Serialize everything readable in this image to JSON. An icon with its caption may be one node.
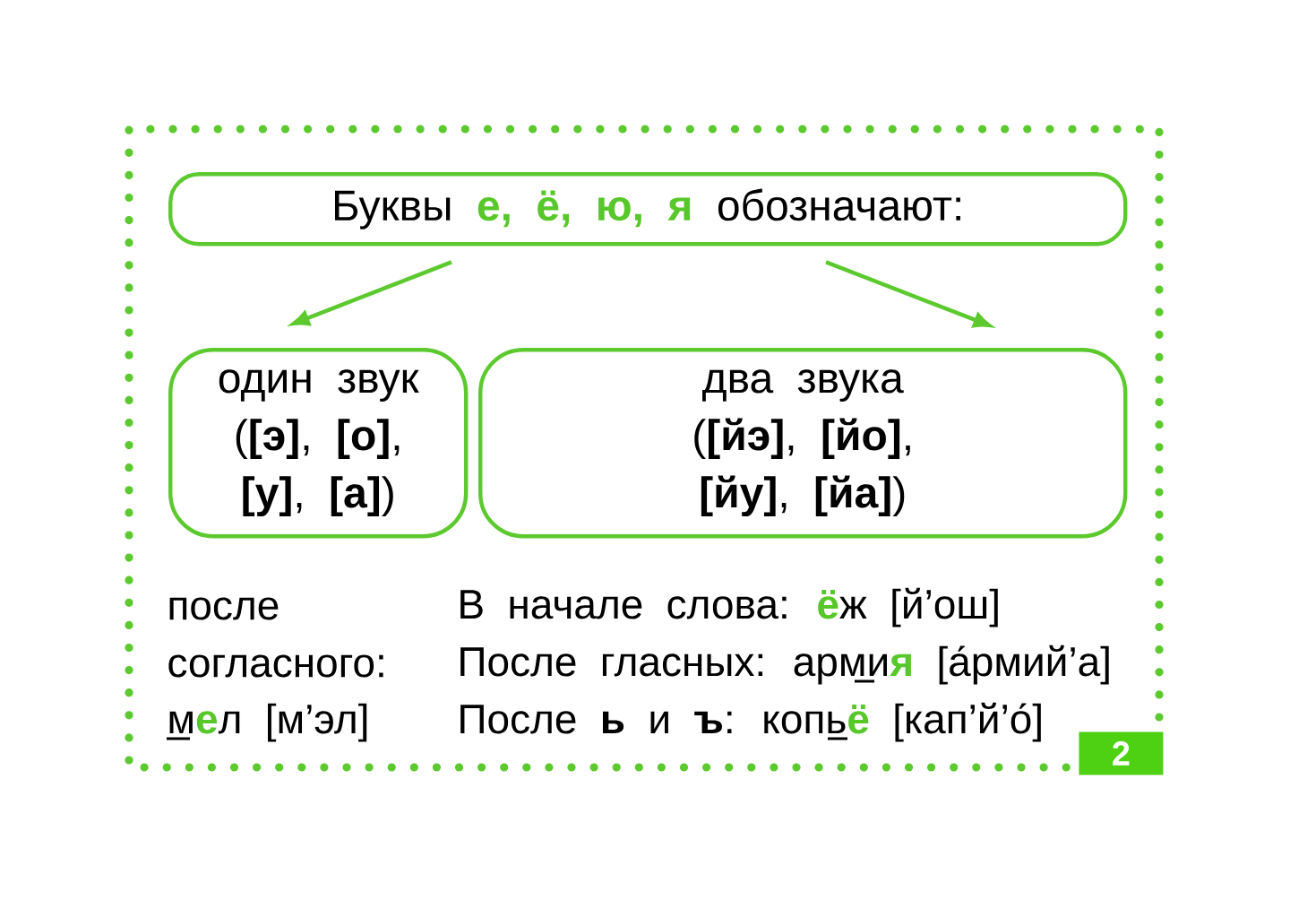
{
  "diagram": {
    "nodes": [
      {
        "text": [
          "Буквы **е, ё, ю, я** обозначают:"
        ]
      },
      {
        "text": [
          "один звук",
          "(**[э]**, **[о]**, **[у]**, **[а]**)"
        ]
      },
      {
        "text": [
          "два звука",
          "(**[йэ]**, **[йо]**, **[йу]**, **[йа]**)"
        ]
      }
    ],
    "edges": [
      {
        "from": 0,
        "to": 1,
        "arrow": "to"
      },
      {
        "from": 0,
        "to": 2,
        "arrow": "to"
      }
    ],
    "labels": [
      "после согласного:",
      "м**е**л [м’эл]",
      "В начале слова: **ё**ж [й’ош]",
      "После гласных: арми**я** [а́рмий’а]",
      "После **ь** и **ъ**: копь**ё** [кап’й’о́]",
      "2"
    ]
  }
}
